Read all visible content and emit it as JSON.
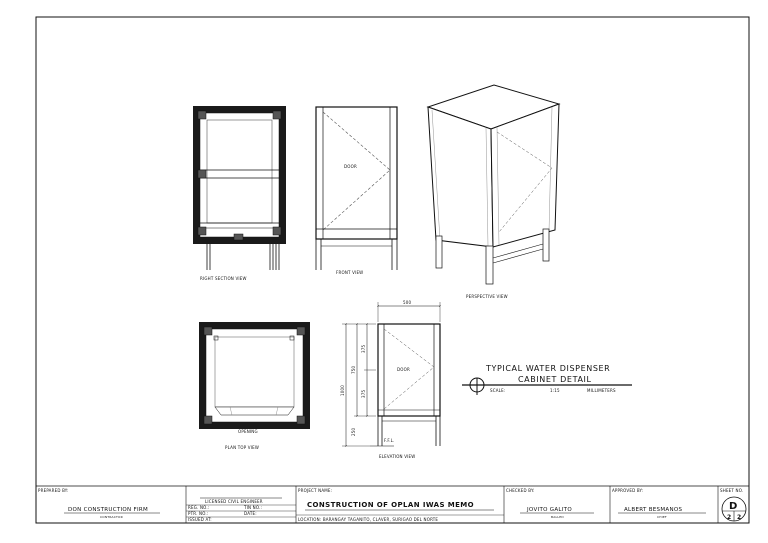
{
  "views": {
    "right_section": "RIGHT SECTION VIEW",
    "front": "FRONT VIEW",
    "perspective": "PERSPECTIVE VIEW",
    "plan_top": "PLAN TOP VIEW",
    "elevation": "ELEVATION VIEW"
  },
  "labels": {
    "door_front": "DOOR",
    "door_elev": "DOOR",
    "opening": "OPENING",
    "ffl": "F.F.L."
  },
  "dimensions": {
    "width": "500",
    "total_height": "1000",
    "upper": "375",
    "middle": "750",
    "lower": "375",
    "leg": "250"
  },
  "detail": {
    "title_line1": "TYPICAL WATER DISPENSER",
    "title_line2": "CABINET DETAIL",
    "scale_label": "SCALE:",
    "scale_value": "1:15",
    "units": "MILLIMETERS"
  },
  "title_block": {
    "prepared_by_label": "PREPARED BY:",
    "firm_name": "DON CONSTRUCTION FIRM",
    "firm_role": "CONTRACTOR",
    "engineer_label": "LICENSED CIVIL ENGINEER",
    "reg_no": "REG. NO.:",
    "tin_no": "TIN NO.:",
    "ptr_no": "PTR. NO.:",
    "date": "DATE:",
    "issued_at": "ISSUED AT:",
    "project_name_label": "PROJECT NAME:",
    "project_name": "CONSTRUCTION OF OPLAN IWAS MEMO",
    "location": "LOCATION: BARANGAY TAGANITO, CLAVER, SURIGAO DEL NORTE",
    "checked_by_label": "CHECKED BY:",
    "checked_by_name": "JOVITO GALITO",
    "checked_by_role": "BALLED",
    "approved_by_label": "APPROVED BY:",
    "approved_by_name": "ALBERT BESMANOS",
    "approved_by_role": "CHIEF",
    "sheet_no_label": "SHEET NO.",
    "sheet_letter": "D",
    "sheet_num": "2",
    "sheet_total": "2"
  }
}
